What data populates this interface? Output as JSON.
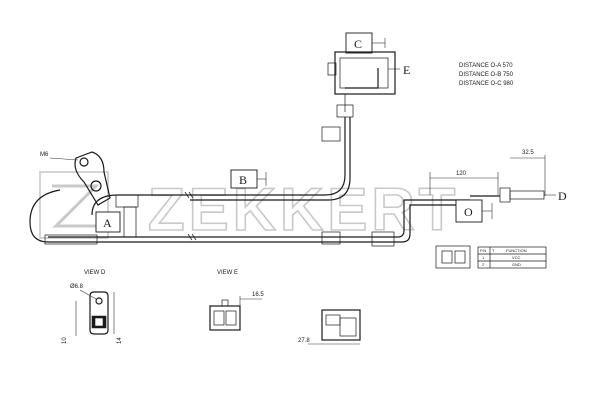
{
  "watermark": {
    "brand": "ZEKKERT"
  },
  "distances": {
    "line1": "DISTANCE O-A 570",
    "line2": "DISTANCE O-B 750",
    "line3": "DISTANCE O-C 980"
  },
  "callouts": {
    "a": "A",
    "b": "B",
    "c": "C",
    "d": "D",
    "e": "E",
    "o": "O"
  },
  "dimensions": {
    "m6": "M6",
    "d325": "32.5",
    "d120": "120",
    "d165": "16.5",
    "d278": "27.8",
    "d10": "10",
    "d14": "14",
    "phi68": "Ø6.8"
  },
  "views": {
    "view_d": "VIEW D",
    "view_e": "VIEW E"
  },
  "pin_table": {
    "headers": [
      "P.N",
      "T",
      "FUNCTION"
    ],
    "rows": [
      [
        "1",
        "VCC"
      ],
      [
        "2",
        "GND"
      ]
    ]
  }
}
